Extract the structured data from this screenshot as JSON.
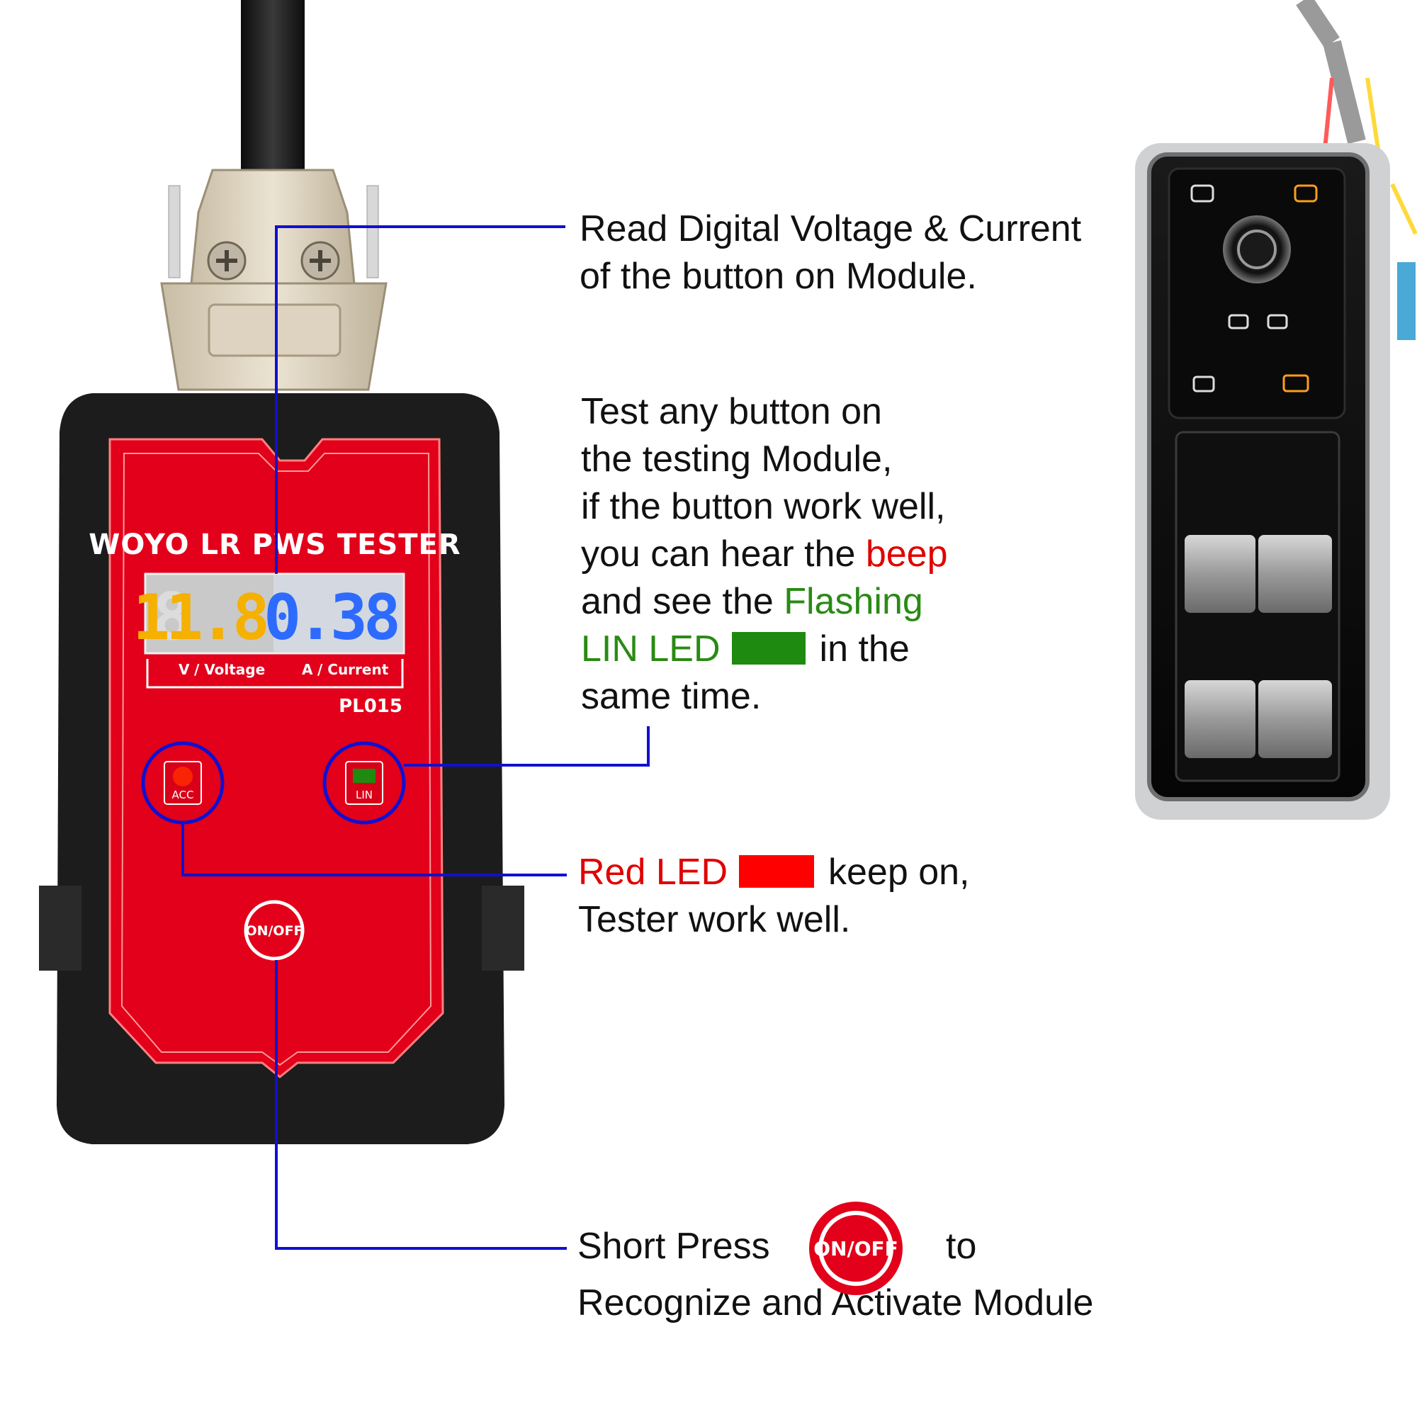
{
  "device": {
    "brand_title": "WOYO LR PWS TESTER",
    "voltage_reading": "11.8",
    "current_reading": "0.38",
    "voltage_label": "/ Voltage",
    "current_label": "/ Current",
    "voltage_symbol": "V",
    "current_symbol": "A",
    "model": "PL015",
    "acc_label": "ACC",
    "lin_label": "LIN",
    "power_label": "ON/OFF"
  },
  "callouts": {
    "read": {
      "line1": "Read Digital Voltage & Current",
      "line2": "of the button on Module."
    },
    "test": {
      "line1": "Test any button on",
      "line2": "the testing Module,",
      "line3": "if the button work well,",
      "line4_a": "you can hear the ",
      "line4_b": "beep",
      "line5_a": "and see the ",
      "line5_b": "Flashing",
      "line6_a": "LIN LED",
      "line6_b": "in the",
      "line7": "same time."
    },
    "red_led": {
      "line1_a": "Red LED",
      "line1_b": "keep on,",
      "line2": "Tester work well."
    },
    "short_press": {
      "line1_a": "Short Press",
      "button_label": "ON/OFF",
      "line1_b": "to",
      "line2": "Recognize and Activate Module"
    }
  },
  "colors": {
    "leader_line": "#1010d0",
    "device_red": "#e2001a",
    "device_black": "#1c1c1c",
    "voltage_digits": "#f5b000",
    "current_digits": "#2d6bff",
    "lin_led": "#1f8a10",
    "acc_led": "#ff2a00",
    "text_red": "#e00000",
    "text_green": "#2a8a15"
  }
}
